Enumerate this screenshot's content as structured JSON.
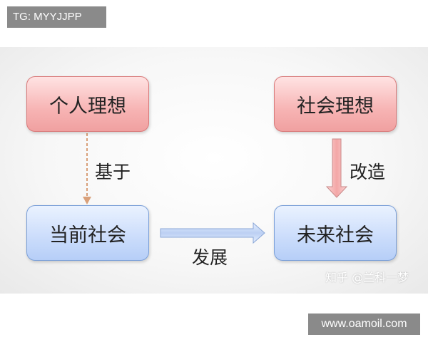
{
  "watermarks": {
    "top_left": "TG: MYYJJPP",
    "bottom_right": "www.oamoil.com"
  },
  "diagram": {
    "nodes": {
      "personal_ideal": "个人理想",
      "social_ideal": "社会理想",
      "current_society": "当前社会",
      "future_society": "未来社会"
    },
    "edges": {
      "based_on": "基于",
      "transform": "改造",
      "develop": "发展"
    },
    "colors": {
      "ideal_node": "#f7b4b4",
      "society_node": "#cadcfb",
      "dashed_arrow": "#d9a07a",
      "transform_arrow": "#f3a6a6",
      "develop_arrow": "#bcd0f3"
    }
  },
  "credit": "知乎 @兰科一梦"
}
